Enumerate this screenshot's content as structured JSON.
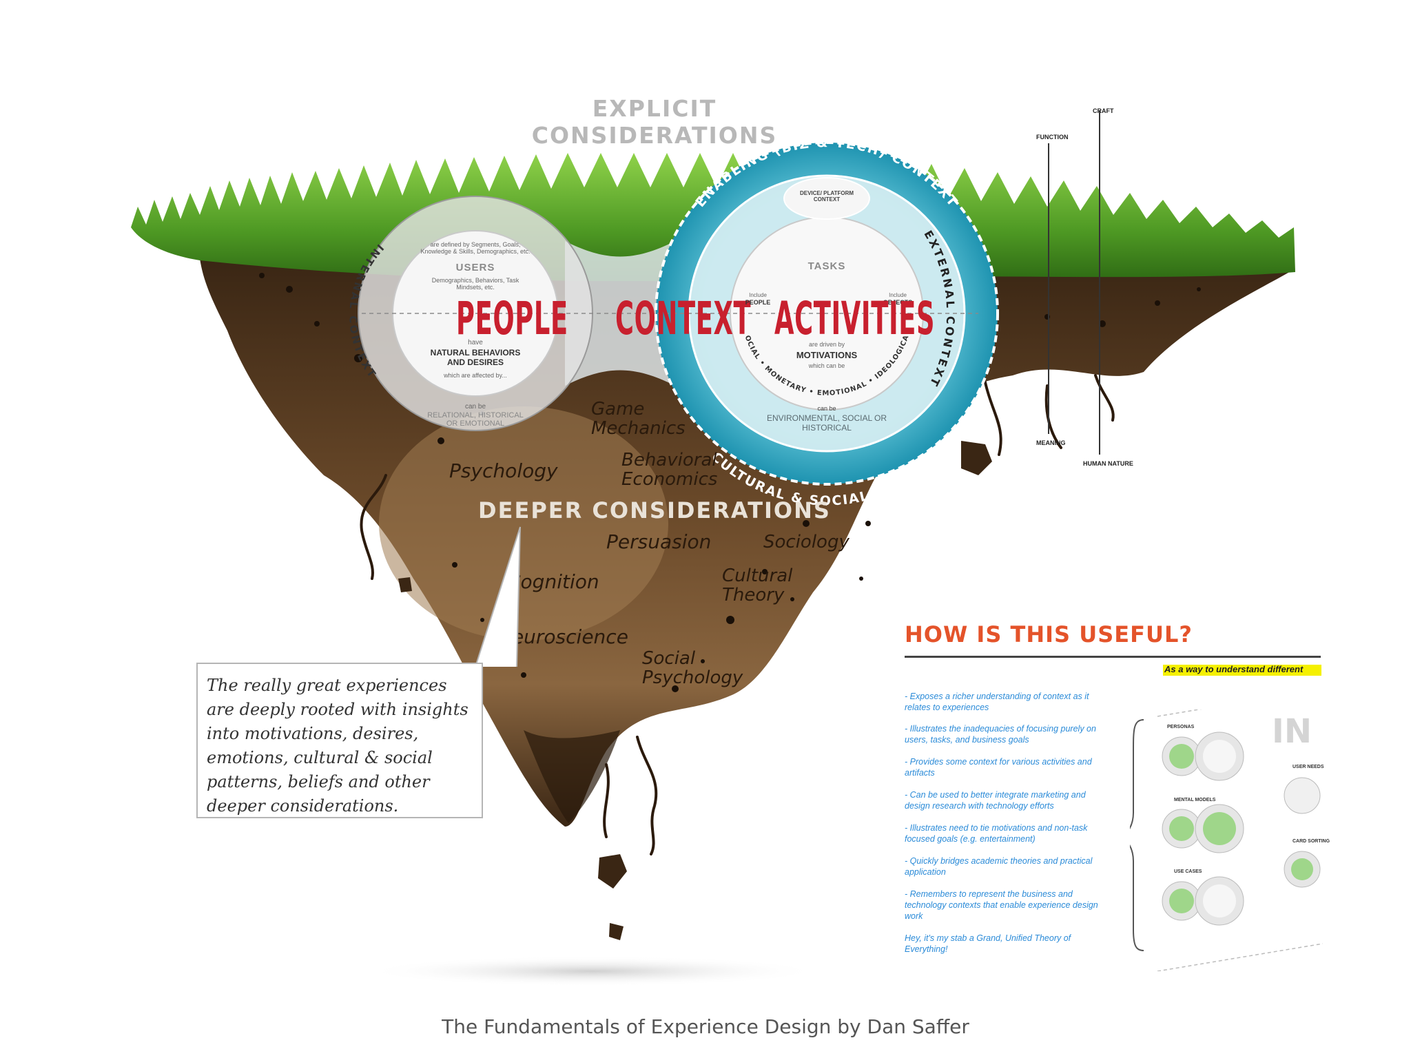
{
  "headings": {
    "explicit": "EXPLICIT CONSIDERATIONS",
    "deeper": "DEEPER CONSIDERATIONS"
  },
  "people": {
    "title": "PEOPLE",
    "top_note": "are defined by Segments, Goals, Knowledge & Skills, Demographics, etc.",
    "users": "USERS",
    "mid_note": "Demographics, Behaviors, Task Mindsets, etc.",
    "have": "have",
    "behaviors": "NATURAL BEHAVIORS AND DESIRES",
    "affected": "which are affected by...",
    "can_be": "can be",
    "kinds": "RELATIONAL, HISTORICAL OR EMOTIONAL"
  },
  "context": {
    "title": "CONTEXT",
    "internal_ring": "INTERNAL CONTEXT",
    "external_ring": "EXTERNAL CONTEXT",
    "enabling_ring": "ENABLING (BIZ & TECH) CONTEXT",
    "cultural_ring": "CULTURAL & SOCIAL CONTEXT"
  },
  "activities": {
    "title": "ACTIVITIES",
    "device": "DEVICE/ PLATFORM CONTEXT",
    "tasks": "TASKS",
    "include_left": "Include",
    "people": "PEOPLE",
    "include_right": "Include",
    "objects": "OBJECTS",
    "driven": "are driven by",
    "motivations": "MOTIVATIONS",
    "which": "which can be",
    "arc": "SOCIAL • MONETARY • EMOTIONAL • IDEOLOGICAL",
    "can_be": "can be",
    "kinds": "ENVIRONMENTAL, SOCIAL OR HISTORICAL"
  },
  "deeper_topics": [
    "Game Mechanics",
    "Psychology",
    "Behavioral Economics",
    "Persuasion",
    "Sociology",
    "Cognition",
    "Cultural Theory",
    "Neuroscience",
    "Social Psychology"
  ],
  "ruler": {
    "craft": "CRAFT",
    "function": "FUNCTION",
    "meaning": "MEANING",
    "human_nature": "HUMAN NATURE"
  },
  "quote": "The really great experiences are deeply rooted with insights into motivations, desires, emotions, cultural & social patterns, beliefs and other deeper considerations.",
  "useful": {
    "title": "HOW IS THIS USEFUL?",
    "highlight": "As a way to understand different",
    "bullets": [
      "- Exposes a richer understanding of context as it relates to experiences",
      "- Illustrates the inadequacies of focusing purely on users, tasks, and business goals",
      "- Provides some context for various activities and artifacts",
      "- Can be used to better integrate marketing and design research with technology efforts",
      "- Illustrates need to tie motivations and non-task focused goals (e.g. entertainment)",
      "- Quickly bridges academic theories and practical application",
      "- Remembers to represent the business and technology contexts that enable experience design work"
    ],
    "footer": "Hey, it's my stab a Grand, Unified Theory of Everything!",
    "mini_labels": [
      "PERSONAS",
      "MENTAL MODELS",
      "USE CASES",
      "USER NEEDS",
      "CARD SORTING"
    ],
    "big_label": "IN"
  },
  "caption": "The Fundamentals of Experience Design by Dan Saffer"
}
